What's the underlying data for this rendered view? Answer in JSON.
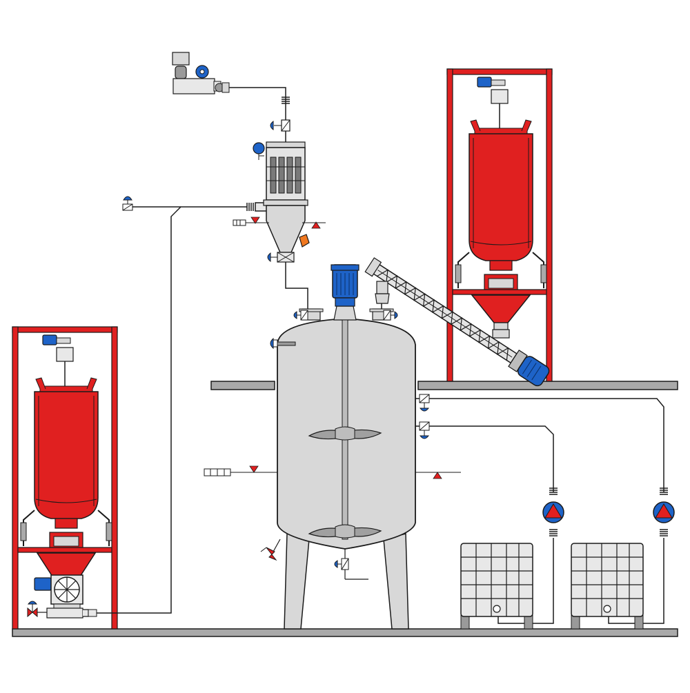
{
  "diagram": {
    "kind": "process-flow",
    "labels": []
  },
  "colors": {
    "frame_red": "#e02020",
    "bag_red": "#e02020",
    "steel_gray": "#d8d8d8",
    "floor_gray": "#a9a9a9",
    "motor_blue": "#1e63c8",
    "outline": "#1a1a1a",
    "level_red": "#e02020",
    "accent_orange": "#f07820",
    "background": "#ffffff"
  },
  "equipment": [
    {
      "name": "mixing-vessel",
      "icon": "vessel-icon"
    },
    {
      "name": "agitator-motor",
      "icon": "motor-icon"
    },
    {
      "name": "cyclone-filter",
      "icon": "filter-icon"
    },
    {
      "name": "vacuum-pump",
      "icon": "pump-icon"
    },
    {
      "name": "bag-unloader-right",
      "icon": "big-bag-icon"
    },
    {
      "name": "bag-unloader-left",
      "icon": "big-bag-icon"
    },
    {
      "name": "screw-conveyor",
      "icon": "screw-conveyor-icon"
    },
    {
      "name": "ibc-tote-left",
      "icon": "tote-icon"
    },
    {
      "name": "ibc-tote-right",
      "icon": "tote-icon"
    },
    {
      "name": "transfer-pump-left",
      "icon": "centrifugal-pump-icon"
    },
    {
      "name": "transfer-pump-right",
      "icon": "centrifugal-pump-icon"
    }
  ]
}
